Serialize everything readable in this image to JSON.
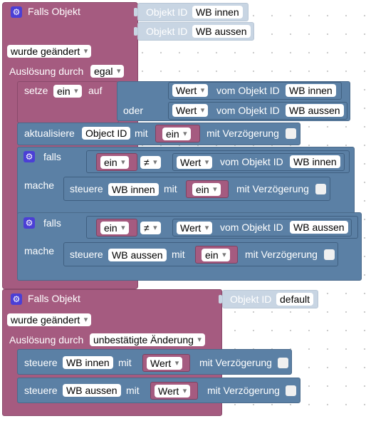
{
  "blocks": {
    "event1": {
      "title": "Falls Objekt",
      "objekt_id_label": "Objekt ID",
      "objects": [
        "WB innen",
        "WB aussen"
      ],
      "trigger": "wurde geändert",
      "ausloesung_label": "Auslösung durch",
      "ausloesung_value": "egal",
      "setze": {
        "label": "setze",
        "var": "ein",
        "auf": "auf",
        "oder": "oder",
        "wert": "Wert",
        "vom": "vom Objekt ID",
        "obj1": "WB innen",
        "obj2": "WB aussen"
      },
      "aktualisiere": {
        "label": "aktualisiere",
        "object": "Object ID",
        "mit": "mit",
        "var": "ein",
        "delay": "mit Verzögerung"
      },
      "if1": {
        "falls": "falls",
        "var": "ein",
        "op": "≠",
        "wert": "Wert",
        "vom": "vom Objekt ID",
        "obj": "WB innen",
        "mache": "mache",
        "steuere": "steuere",
        "target": "WB innen",
        "mit": "mit",
        "val": "ein",
        "delay": "mit Verzögerung"
      },
      "if2": {
        "falls": "falls",
        "var": "ein",
        "op": "≠",
        "wert": "Wert",
        "vom": "vom Objekt ID",
        "obj": "WB aussen",
        "mache": "mache",
        "steuere": "steuere",
        "target": "WB aussen",
        "mit": "mit",
        "val": "ein",
        "delay": "mit Verzögerung"
      }
    },
    "event2": {
      "title": "Falls Objekt",
      "objekt_id_label": "Objekt ID",
      "object": "default",
      "trigger": "wurde geändert",
      "ausloesung_label": "Auslösung durch",
      "ausloesung_value": "unbestätigte Änderung",
      "steuere1": {
        "label": "steuere",
        "target": "WB innen",
        "mit": "mit",
        "val": "Wert",
        "delay": "mit Verzögerung"
      },
      "steuere2": {
        "label": "steuere",
        "target": "WB aussen",
        "mit": "mit",
        "val": "Wert",
        "delay": "mit Verzögerung"
      }
    }
  },
  "colors": {
    "event": "#a55b80",
    "control": "#5b80a5",
    "pale": "#c8d5e3",
    "gear": "#4b3fd6"
  },
  "icons": {
    "settings": "gear-icon"
  }
}
